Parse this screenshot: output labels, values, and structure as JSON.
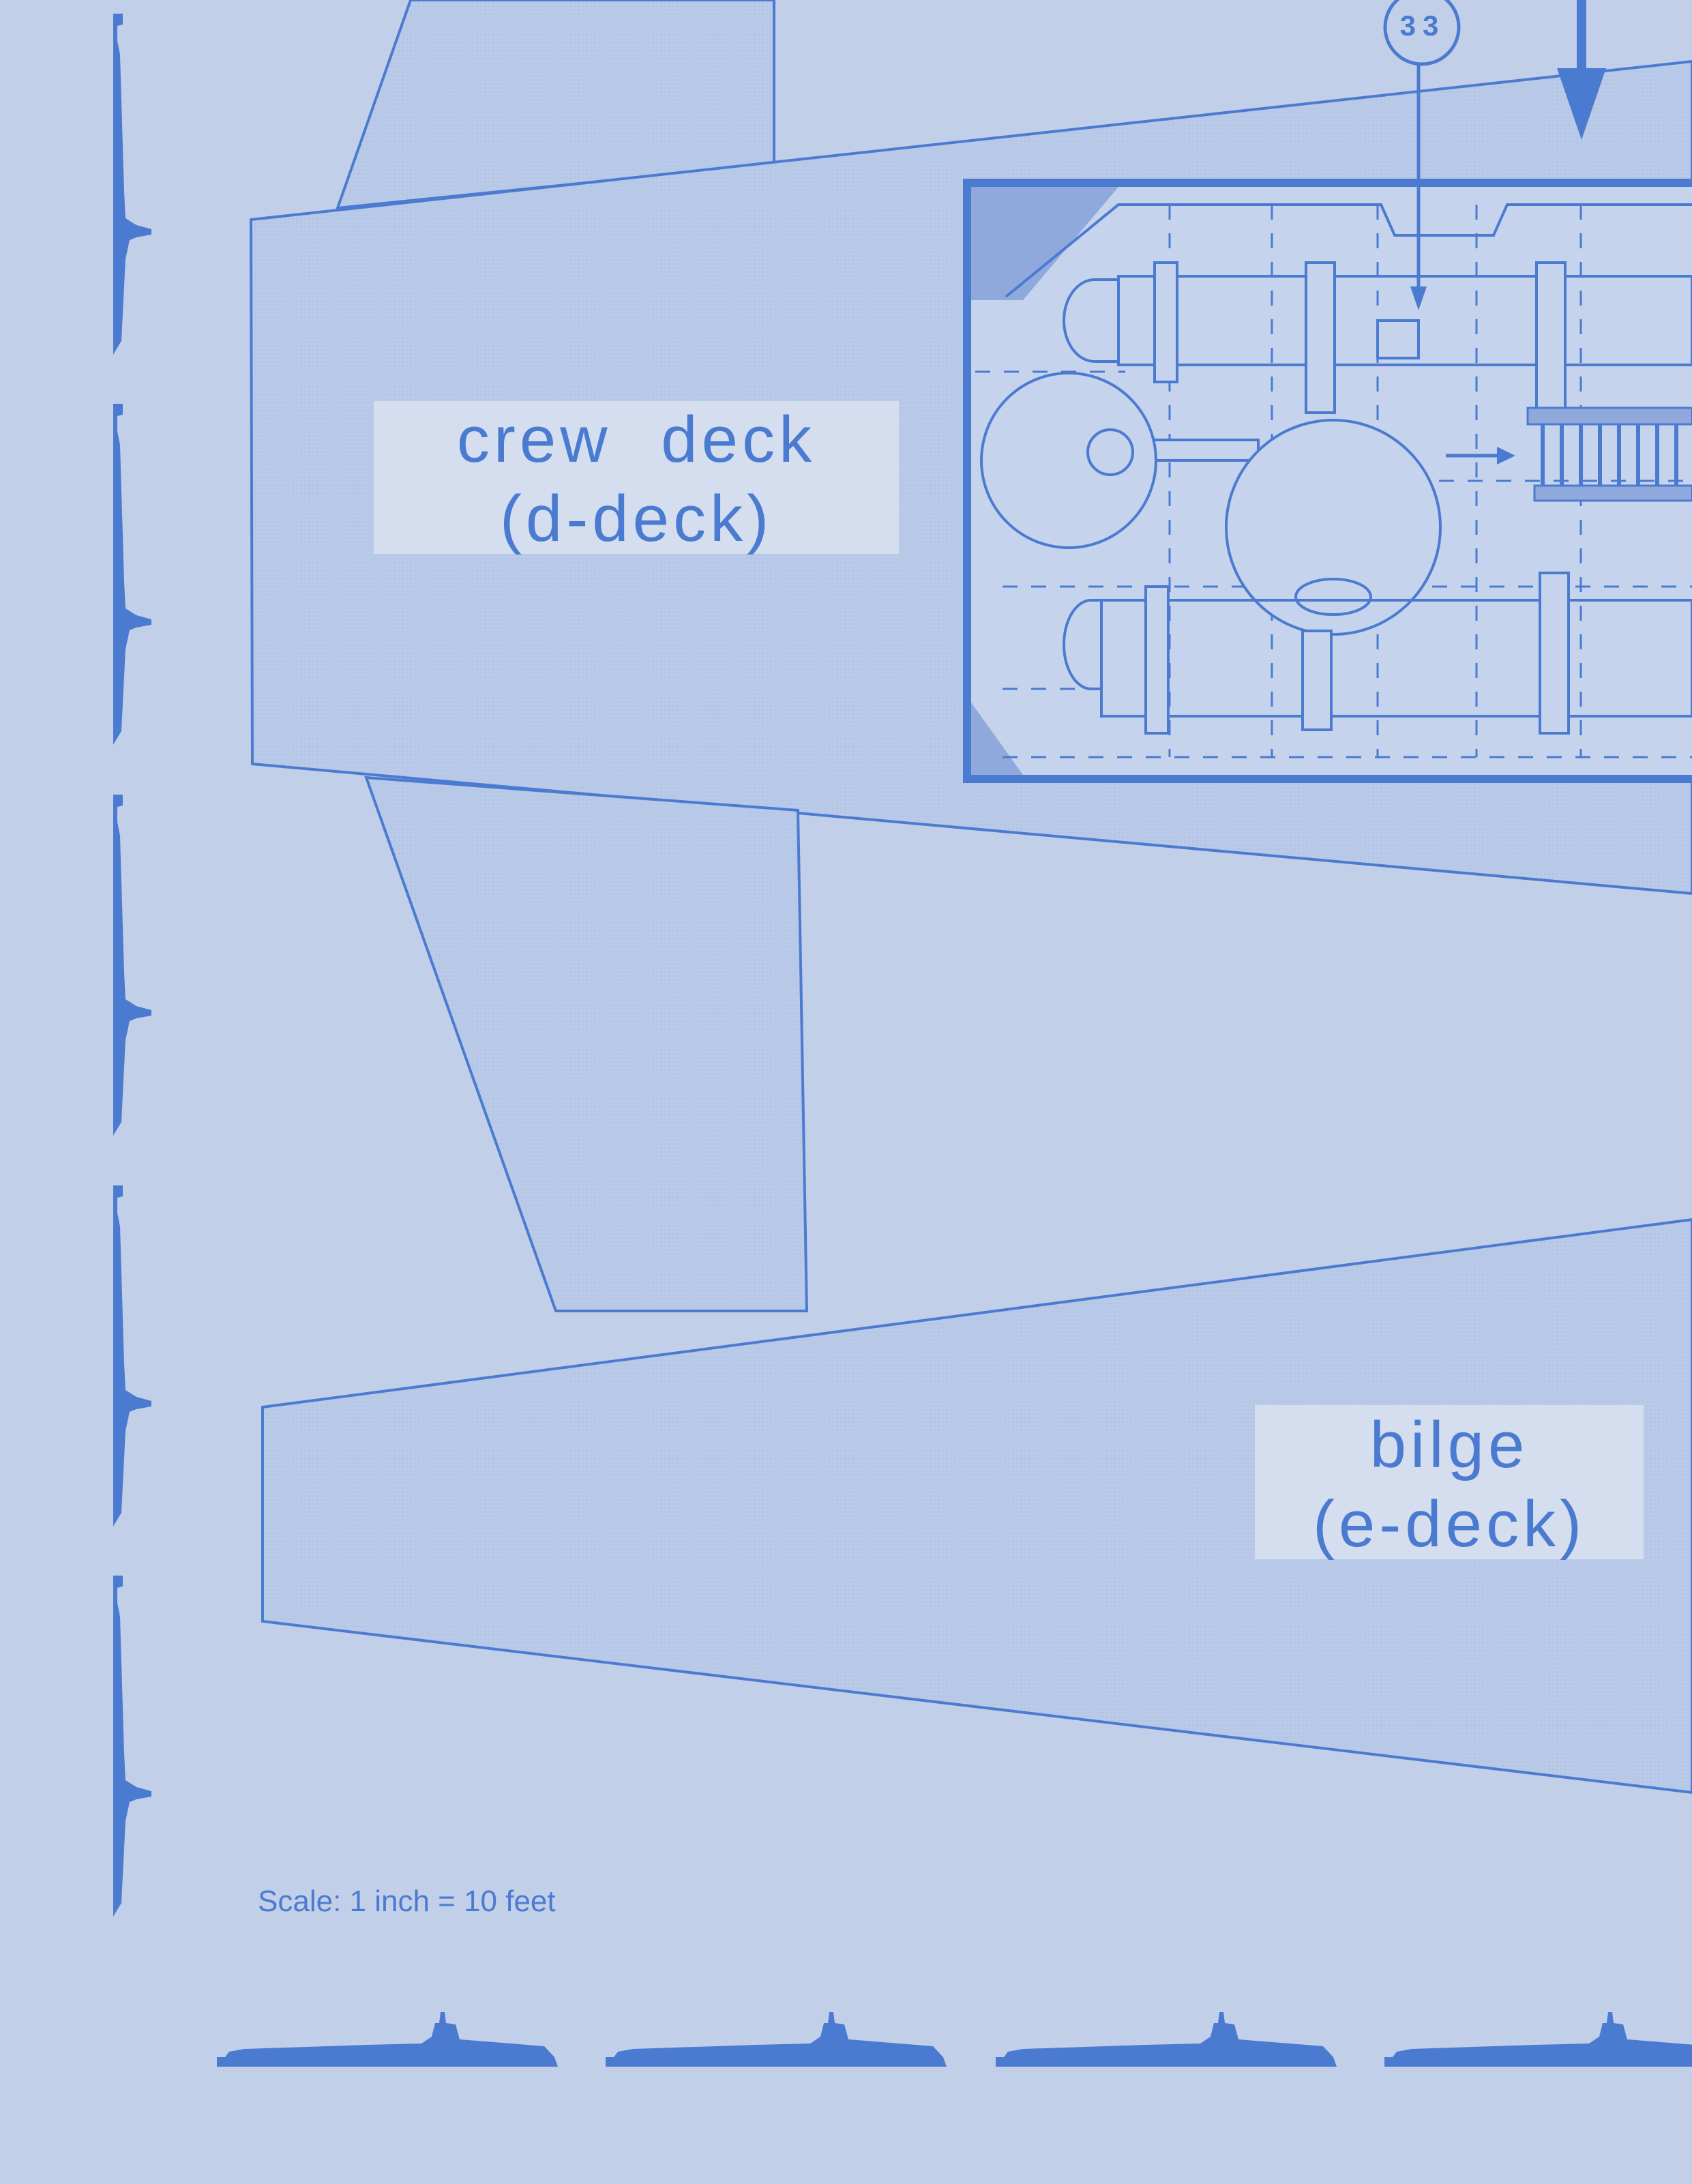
{
  "labels": {
    "crew_deck_line1": "crew deck",
    "crew_deck_line2": "(d-deck)",
    "bilge_line1": "bilge",
    "bilge_line2": "(e-deck)",
    "scale": "Scale: 1 inch = 10 feet",
    "callout": "33"
  },
  "colors": {
    "ink": "#4b7bd0",
    "paper": "#c2cfe9",
    "shaded": "#b3c4e6",
    "label_bg": "#d4deef"
  },
  "icons": {
    "submarine": "submarine-silhouette-icon",
    "arrow": "down-arrow-icon"
  }
}
